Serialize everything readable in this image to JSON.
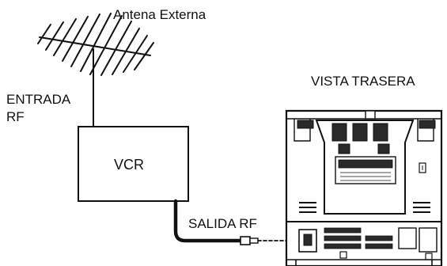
{
  "labels": {
    "antenna": "Antena Externa",
    "rf_in_line1": "ENTRADA",
    "rf_in_line2": "RF",
    "vcr": "VCR",
    "rf_out": "SALIDA RF",
    "rear_view": "VISTA TRASERA"
  },
  "colors": {
    "ink": "#111111",
    "paper": "#ffffff",
    "shade": "#2a2a2a"
  }
}
